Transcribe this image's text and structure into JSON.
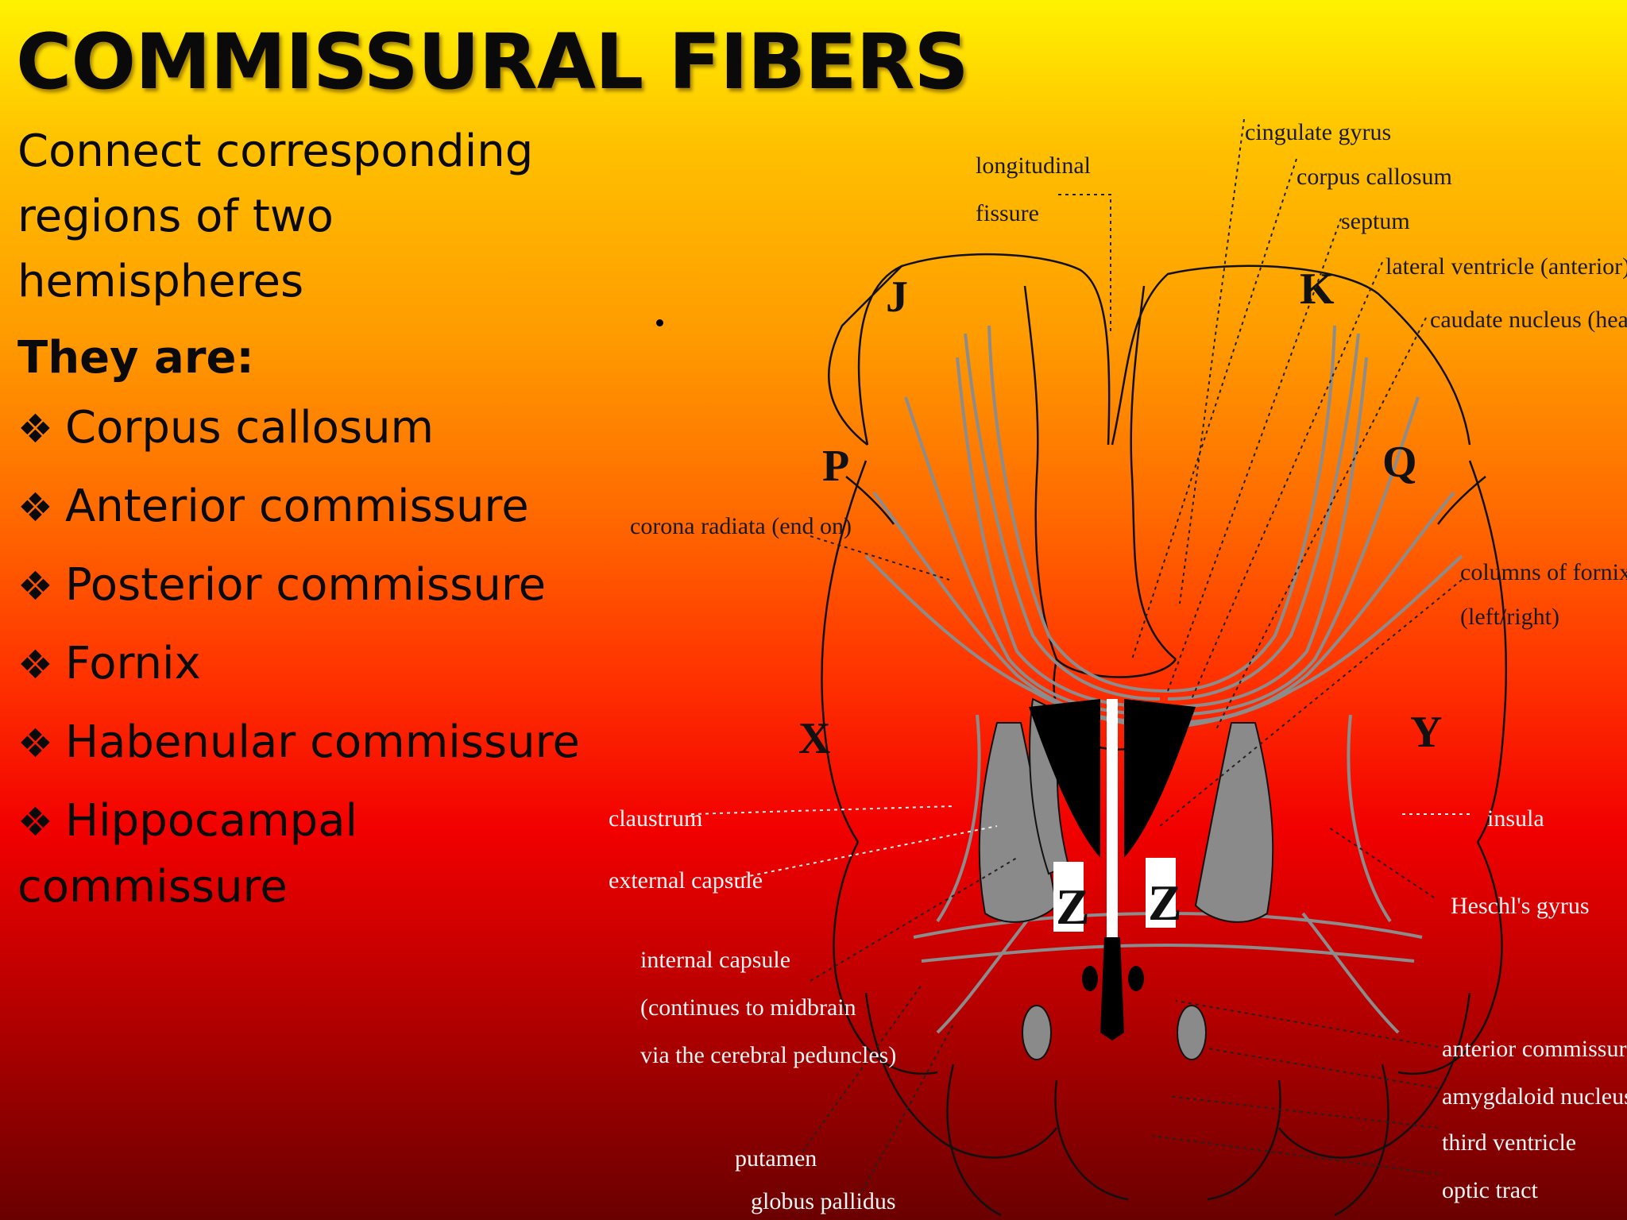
{
  "title": "COMMISSURAL FIBERS",
  "intro": "Connect corresponding regions of two hemispheres",
  "subheading": "They are:",
  "bullet_symbol": "❖",
  "commissures": [
    "Corpus callosum",
    "Anterior commissure",
    "Posterior commissure",
    "Fornix",
    "Habenular commissure",
    "Hippocampal commissure"
  ],
  "diagram": {
    "labels": {
      "longitudinal_1": "longitudinal",
      "longitudinal_2": "fissure",
      "cingulate_gyrus": "cingulate gyrus",
      "corpus_callosum": "corpus callosum",
      "septum": "septum",
      "lateral_ventricle": "lateral ventricle (anterior)",
      "caudate_nucleus": "caudate nucleus (head)",
      "corona_radiata": "corona radiata (end on)",
      "columns_fornix_1": "columns of fornix",
      "columns_fornix_2": "(left/right)",
      "claustrum": "claustrum",
      "insula": "insula",
      "external_capsule": "external capsule",
      "heschls_gyrus": "Heschl's gyrus",
      "internal_capsule_1": "internal capsule",
      "internal_capsule_2": "(continues to midbrain",
      "internal_capsule_3": "via the cerebral peduncles)",
      "anterior_commissure": "anterior commissure",
      "amygdaloid_nucleus": "amygdaloid nucleus",
      "third_ventricle": "third ventricle",
      "optic_tract": "optic tract",
      "putamen": "putamen",
      "globus_pallidus": "globus pallidus"
    },
    "letters": {
      "J": "J",
      "K": "K",
      "P": "P",
      "Q": "Q",
      "X": "X",
      "Y": "Y",
      "Z1": "Z",
      "Z2": "Z"
    }
  },
  "colors": {
    "title": "#0a0a0a",
    "fiber": "#8c8c8c",
    "nucleus": "#8a8a8a",
    "ventricle": "#000000"
  }
}
